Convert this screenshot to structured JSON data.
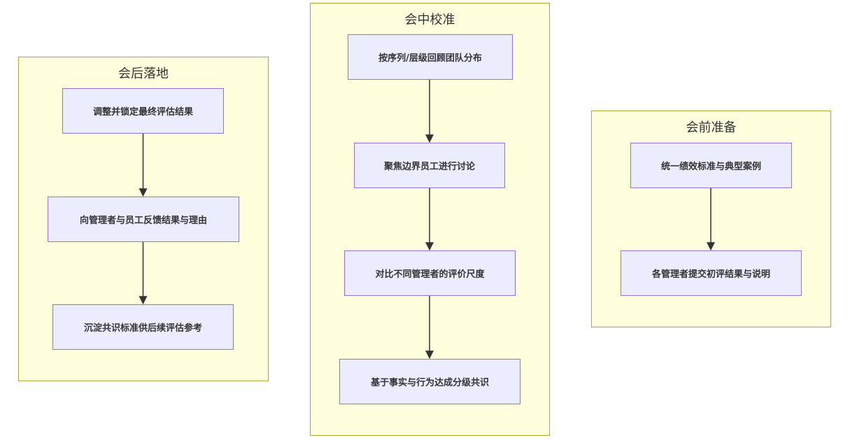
{
  "clusters": {
    "after": {
      "title": "会后落地",
      "nodes": [
        "调整并锁定最终评估结果",
        "向管理者与员工反馈结果与理由",
        "沉淀共识标准供后续评估参考"
      ]
    },
    "during": {
      "title": "会中校准",
      "nodes": [
        "按序列/层级回顾团队分布",
        "聚焦边界员工进行讨论",
        "对比不同管理者的评价尺度",
        "基于事实与行为达成分级共识"
      ]
    },
    "before": {
      "title": "会前准备",
      "nodes": [
        "统一绩效标准与典型案例",
        "各管理者提交初评结果与说明"
      ]
    }
  },
  "colors": {
    "cluster_fill": "#ffffde",
    "cluster_border": "#aaaa33",
    "node_fill": "#ececff",
    "node_border": "#9370db",
    "edge": "#333333"
  }
}
